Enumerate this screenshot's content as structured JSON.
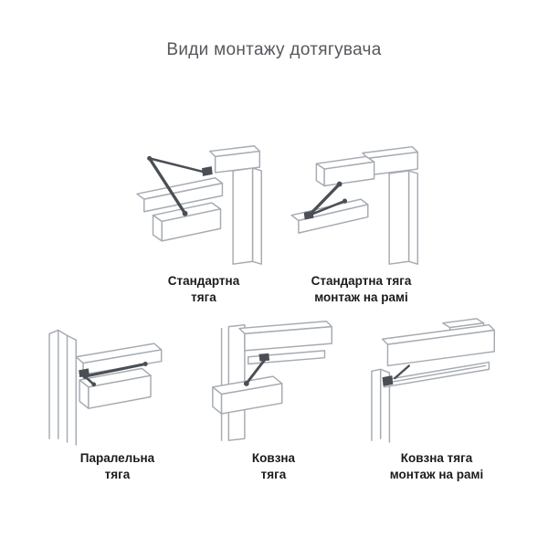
{
  "title": "Види монтажу дотягувача",
  "colors": {
    "outline": "#a6abb2",
    "arm": "#4a4f55",
    "label": "#1b1b1b",
    "title": "#55585c"
  },
  "diagrams": [
    {
      "id": "standard-arm",
      "label_line1": "Стандартна",
      "label_line2": "тяга"
    },
    {
      "id": "standard-arm-frame-mount",
      "label_line1": "Стандартна тяга",
      "label_line2": "монтаж на рамі"
    },
    {
      "id": "parallel-arm",
      "label_line1": "Паралельна",
      "label_line2": "тяга"
    },
    {
      "id": "slide-arm",
      "label_line1": "Ковзна",
      "label_line2": "тяга"
    },
    {
      "id": "slide-arm-frame-mount",
      "label_line1": "Ковзна тяга",
      "label_line2": "монтаж на рамі"
    }
  ]
}
